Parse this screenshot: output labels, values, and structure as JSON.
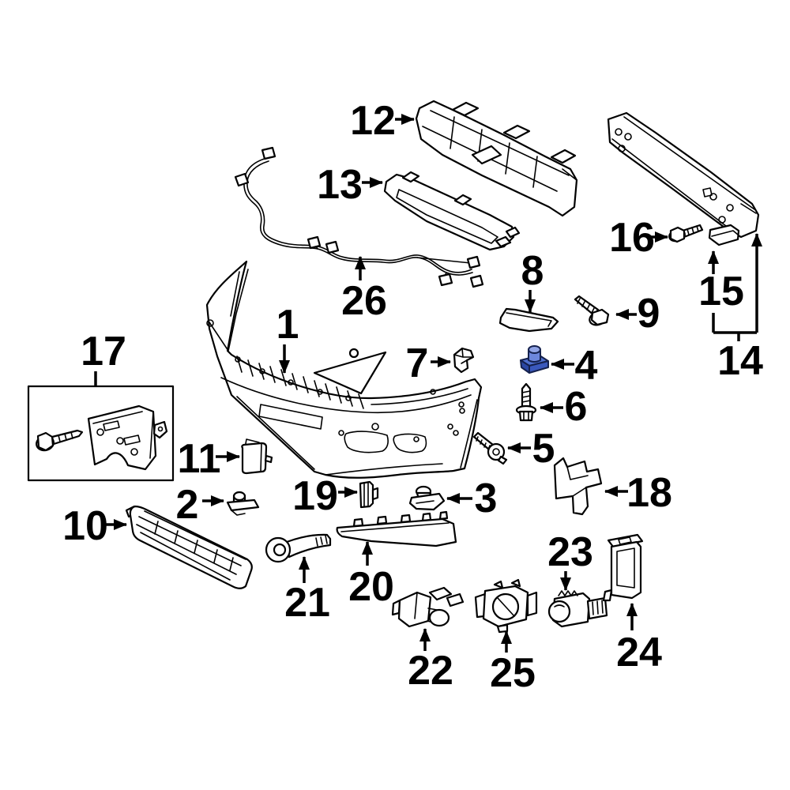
{
  "figure": {
    "name": "front-bumper-exploded-parts-diagram",
    "colors": {
      "background": "#ffffff",
      "line": "#000000",
      "label_text": "#000000"
    },
    "highlight": {
      "callout": "4",
      "base_top": "#4f6fce",
      "base_front": "#2b47a4",
      "base_side": "#3a58bc",
      "cap_top": "#92a5e6",
      "cap_side": "#6d87dc",
      "outline": "#15214d"
    },
    "callouts": [
      {
        "label": "1"
      },
      {
        "label": "2"
      },
      {
        "label": "3"
      },
      {
        "label": "4"
      },
      {
        "label": "5"
      },
      {
        "label": "6"
      },
      {
        "label": "7"
      },
      {
        "label": "8"
      },
      {
        "label": "9"
      },
      {
        "label": "10"
      },
      {
        "label": "11"
      },
      {
        "label": "12"
      },
      {
        "label": "13"
      },
      {
        "label": "14"
      },
      {
        "label": "15"
      },
      {
        "label": "16"
      },
      {
        "label": "17"
      },
      {
        "label": "18"
      },
      {
        "label": "19"
      },
      {
        "label": "20"
      },
      {
        "label": "21"
      },
      {
        "label": "22"
      },
      {
        "label": "23"
      },
      {
        "label": "24"
      },
      {
        "label": "25"
      },
      {
        "label": "26"
      }
    ]
  }
}
